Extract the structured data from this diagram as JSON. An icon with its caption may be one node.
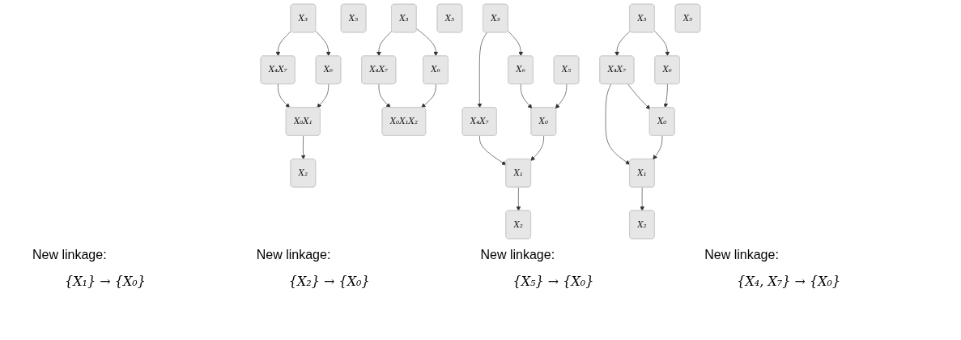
{
  "diagram": {
    "nodes": [
      {
        "text": [
          "X₃"
        ]
      },
      {
        "text": [
          "X₄X₇"
        ]
      },
      {
        "text": [
          "X₆"
        ]
      },
      {
        "text": [
          "X₀X₁"
        ]
      },
      {
        "text": [
          "X₅"
        ]
      },
      {
        "text": [
          "X₂"
        ]
      },
      {
        "text": [
          "X₃"
        ]
      },
      {
        "text": [
          "X₄X₇"
        ]
      },
      {
        "text": [
          "X₆"
        ]
      },
      {
        "text": [
          "X₀X₁X₂"
        ]
      },
      {
        "text": [
          "X₅"
        ]
      },
      {
        "text": [
          "X₃"
        ]
      },
      {
        "text": [
          "X₄X₇"
        ]
      },
      {
        "text": [
          "X₆"
        ]
      },
      {
        "text": [
          "X₀"
        ]
      },
      {
        "text": [
          "X₁"
        ]
      },
      {
        "text": [
          "X₅"
        ]
      },
      {
        "text": [
          "X₂"
        ]
      },
      {
        "text": [
          "X₃"
        ]
      },
      {
        "text": [
          "X₄X₇"
        ]
      },
      {
        "text": [
          "X₆"
        ]
      },
      {
        "text": [
          "X₀"
        ]
      },
      {
        "text": [
          "X₁"
        ]
      },
      {
        "text": [
          "X₅"
        ]
      },
      {
        "text": [
          "X₂"
        ]
      }
    ],
    "edges": [
      {
        "from": 0,
        "to": 1,
        "arrow": "to"
      },
      {
        "from": 0,
        "to": 2,
        "arrow": "to"
      },
      {
        "from": 1,
        "to": 3,
        "arrow": "to"
      },
      {
        "from": 2,
        "to": 3,
        "arrow": "to"
      },
      {
        "from": 3,
        "to": 5,
        "arrow": "to"
      },
      {
        "from": 6,
        "to": 7,
        "arrow": "to"
      },
      {
        "from": 6,
        "to": 8,
        "arrow": "to"
      },
      {
        "from": 7,
        "to": 9,
        "arrow": "to"
      },
      {
        "from": 8,
        "to": 9,
        "arrow": "to"
      },
      {
        "from": 11,
        "to": 12,
        "arrow": "to"
      },
      {
        "from": 11,
        "to": 13,
        "arrow": "to"
      },
      {
        "from": 12,
        "to": 15,
        "arrow": "to"
      },
      {
        "from": 13,
        "to": 14,
        "arrow": "to"
      },
      {
        "from": 14,
        "to": 15,
        "arrow": "to"
      },
      {
        "from": 16,
        "to": 14,
        "arrow": "to"
      },
      {
        "from": 15,
        "to": 17,
        "arrow": "to"
      },
      {
        "from": 18,
        "to": 19,
        "arrow": "to"
      },
      {
        "from": 18,
        "to": 20,
        "arrow": "to"
      },
      {
        "from": 19,
        "to": 21,
        "arrow": "to"
      },
      {
        "from": 19,
        "to": 22,
        "arrow": "to"
      },
      {
        "from": 20,
        "to": 21,
        "arrow": "to"
      },
      {
        "from": 21,
        "to": 22,
        "arrow": "to"
      },
      {
        "from": 22,
        "to": 24,
        "arrow": "to"
      }
    ],
    "labels": [
      "New linkage:",
      "New linkage:",
      "New linkage:",
      "New linkage:",
      "{X₁} → {X₀}",
      "{X₂} → {X₀}",
      "{X₅} → {X₀}",
      "{X₄, X₇} → {X₀}"
    ]
  }
}
